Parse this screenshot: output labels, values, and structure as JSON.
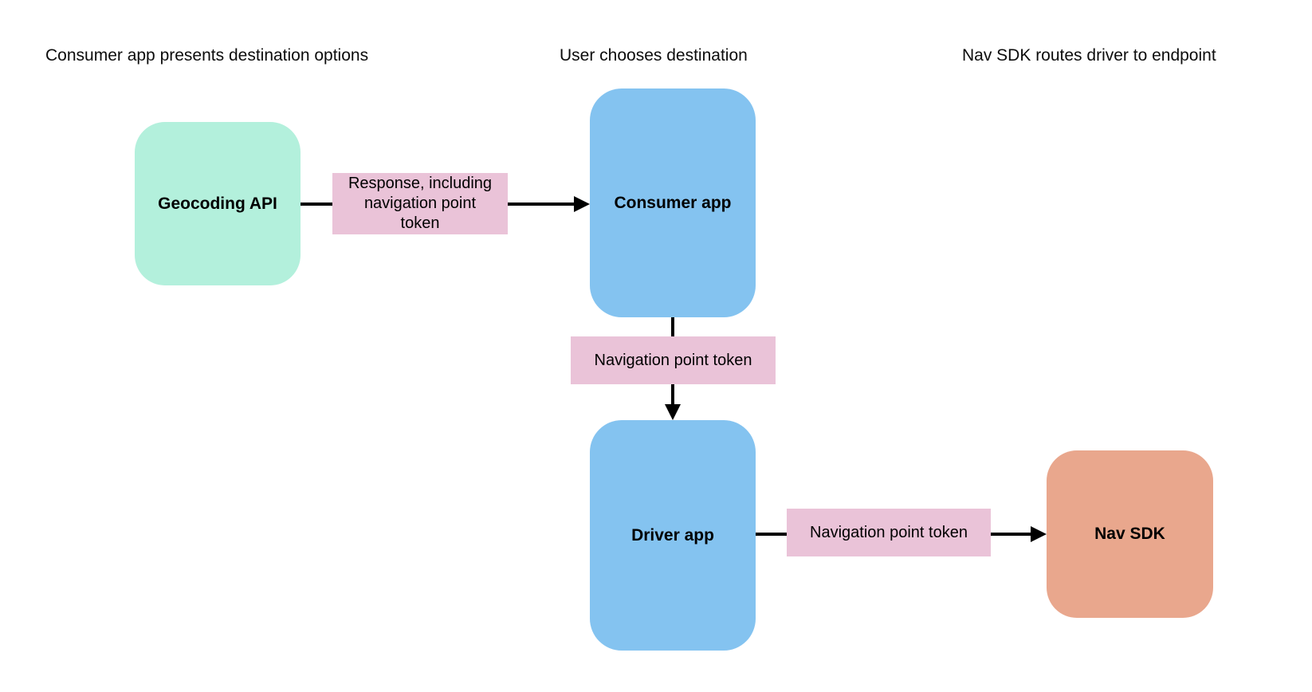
{
  "page": {
    "background": "#ffffff"
  },
  "diagram": {
    "phase_headers": [
      {
        "text": "Consumer app presents destination options"
      },
      {
        "text": "User chooses destination"
      },
      {
        "text": "Nav SDK routes driver to endpoint"
      }
    ],
    "nodes": [
      {
        "id": "geocoding-api",
        "label": "Geocoding API",
        "fill": "#B3F0DC"
      },
      {
        "id": "consumer-app",
        "label": "Consumer app",
        "fill": "#84C3F0"
      },
      {
        "id": "driver-app",
        "label": "Driver app",
        "fill": "#84C3F0"
      },
      {
        "id": "nav-sdk",
        "label": "Nav SDK",
        "fill": "#E9A78D"
      }
    ],
    "edges": [
      {
        "from": "Geocoding API",
        "to": "Consumer app",
        "label": "Response, including navigation point token",
        "label_fill": "#EAC3D8"
      },
      {
        "from": "Consumer app",
        "to": "Driver app",
        "label": "Navigation point token",
        "label_fill": "#EAC3D8"
      },
      {
        "from": "Driver app",
        "to": "Nav SDK",
        "label": "Navigation point token",
        "label_fill": "#EAC3D8"
      }
    ],
    "arrow_color": "#000000"
  }
}
